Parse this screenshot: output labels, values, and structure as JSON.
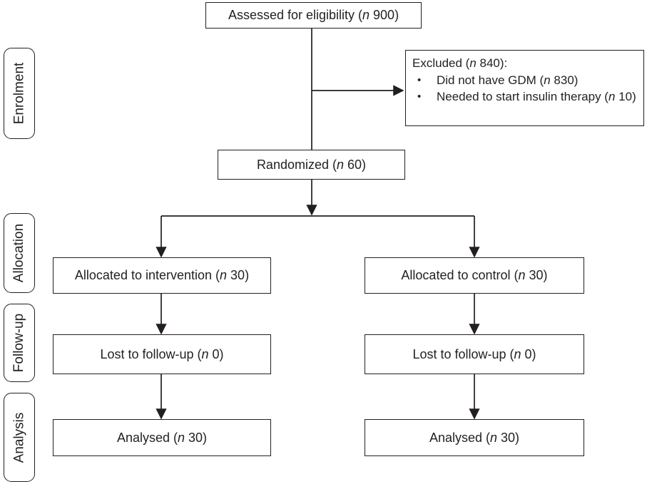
{
  "colors": {
    "ink": "#231f20",
    "background": "#ffffff"
  },
  "stages": [
    {
      "label": "Enrolment"
    },
    {
      "label": "Allocation"
    },
    {
      "label": "Follow-up"
    },
    {
      "label": "Analysis"
    }
  ],
  "boxes": {
    "assessed": {
      "pre": "Assessed for eligibility (",
      "n": "n",
      "post": " 900)"
    },
    "excluded": {
      "header_pre": "Excluded (",
      "n": "n",
      "header_post": " 840):",
      "bullets": [
        {
          "marker": "•",
          "pre": "Did not have GDM (",
          "n": "n",
          "post": " 830)"
        },
        {
          "marker": "•",
          "pre": "Needed to start insulin therapy (",
          "n": "n",
          "post": " 10)"
        }
      ]
    },
    "randomized": {
      "pre": "Randomized (",
      "n": "n",
      "post": " 60)"
    },
    "allocated_intervention": {
      "pre": "Allocated to intervention (",
      "n": "n",
      "post": " 30)"
    },
    "allocated_control": {
      "pre": "Allocated to control (",
      "n": "n",
      "post": " 30)"
    },
    "lost_intervention": {
      "pre": "Lost to follow-up (",
      "n": "n",
      "post": " 0)"
    },
    "lost_control": {
      "pre": "Lost to follow-up (",
      "n": "n",
      "post": " 0)"
    },
    "analysed_intervention": {
      "pre": "Analysed (",
      "n": "n",
      "post": " 30)"
    },
    "analysed_control": {
      "pre": "Analysed (",
      "n": "n",
      "post": " 30)"
    }
  }
}
